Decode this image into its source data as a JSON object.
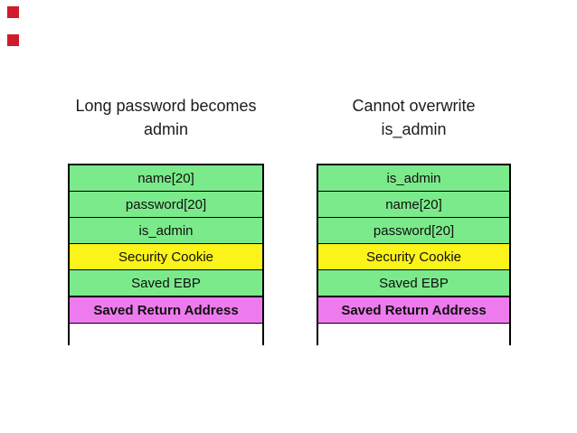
{
  "colors": {
    "green": "#7bea8b",
    "yellow": "#fbf31a",
    "magenta": "#ee7bee",
    "border": "#000000",
    "red_marker": "#cf1b2b"
  },
  "diagrams": [
    {
      "title_lines": [
        "Long password becomes",
        "admin"
      ],
      "rows": [
        {
          "label": "name[20]",
          "color": "green",
          "bold": false
        },
        {
          "label": "password[20]",
          "color": "green",
          "bold": false
        },
        {
          "label": "is_admin",
          "color": "green",
          "bold": false
        },
        {
          "label": "Security Cookie",
          "color": "yellow",
          "bold": false
        },
        {
          "label": "Saved EBP",
          "color": "green",
          "bold": false
        },
        {
          "label": "Saved Return Address",
          "color": "magenta",
          "bold": true
        }
      ]
    },
    {
      "title_lines": [
        "Cannot overwrite",
        "is_admin"
      ],
      "rows": [
        {
          "label": "is_admin",
          "color": "green",
          "bold": false
        },
        {
          "label": "name[20]",
          "color": "green",
          "bold": false
        },
        {
          "label": "password[20]",
          "color": "green",
          "bold": false
        },
        {
          "label": "Security Cookie",
          "color": "yellow",
          "bold": false
        },
        {
          "label": "Saved EBP",
          "color": "green",
          "bold": false
        },
        {
          "label": "Saved Return Address",
          "color": "magenta",
          "bold": true
        }
      ]
    }
  ]
}
